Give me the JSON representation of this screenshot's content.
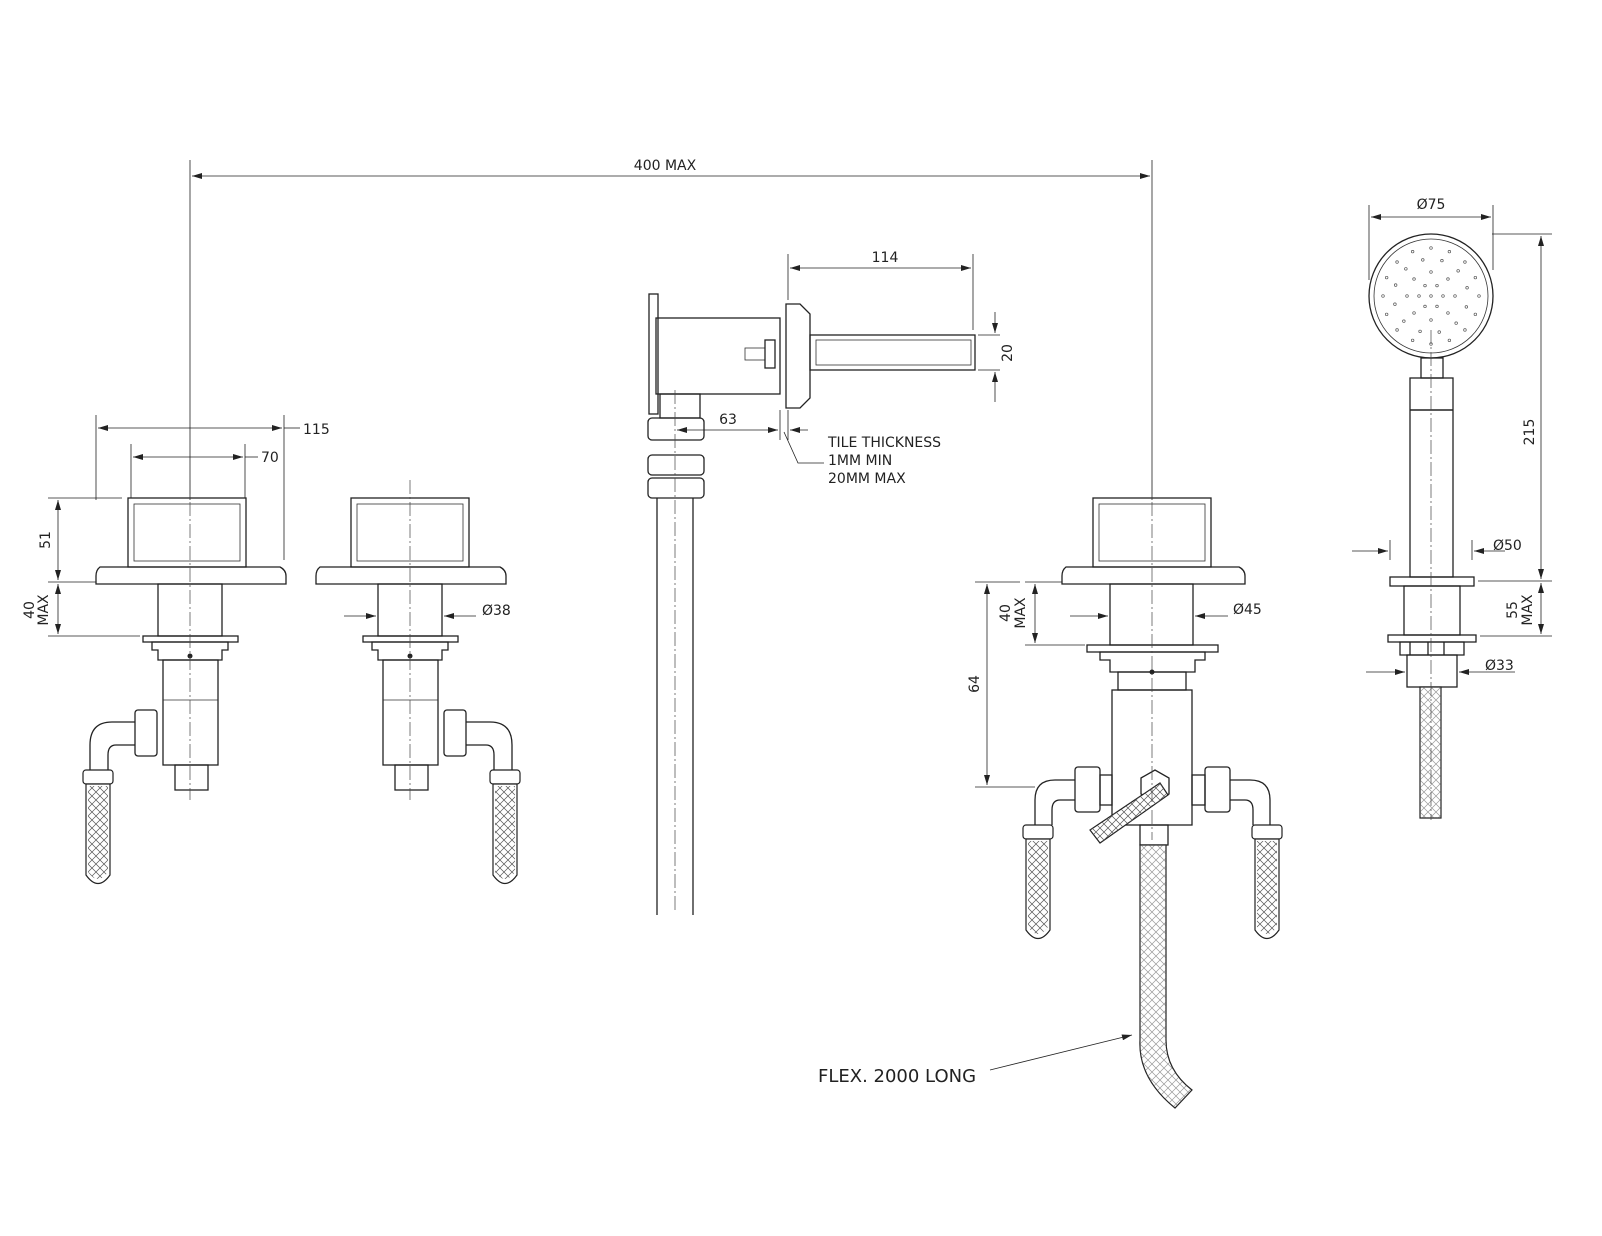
{
  "dimensions": {
    "overall_width": "400 MAX",
    "spout_length": "114",
    "spout_height": "20",
    "wall_offset": "63",
    "tile_thickness": [
      "TILE THICKNESS",
      "1MM MIN",
      "20MM MAX"
    ],
    "handle_width": "115",
    "handle_plate_width": "70",
    "handle_height": "51",
    "deck_thickness_left": [
      "40",
      "MAX"
    ],
    "left_body_dia": "Ø38",
    "diverter_body_dia": "Ø45",
    "deck_thickness_diverter": [
      "40",
      "MAX"
    ],
    "diverter_depth": "64",
    "shower_head_dia": "Ø75",
    "shower_length": "215",
    "shower_holder_dia": "Ø50",
    "shower_deck_thickness": [
      "55",
      "MAX"
    ],
    "shower_shank_dia": "Ø33"
  },
  "notes": {
    "flex_hose": "FLEX. 2000 LONG"
  }
}
